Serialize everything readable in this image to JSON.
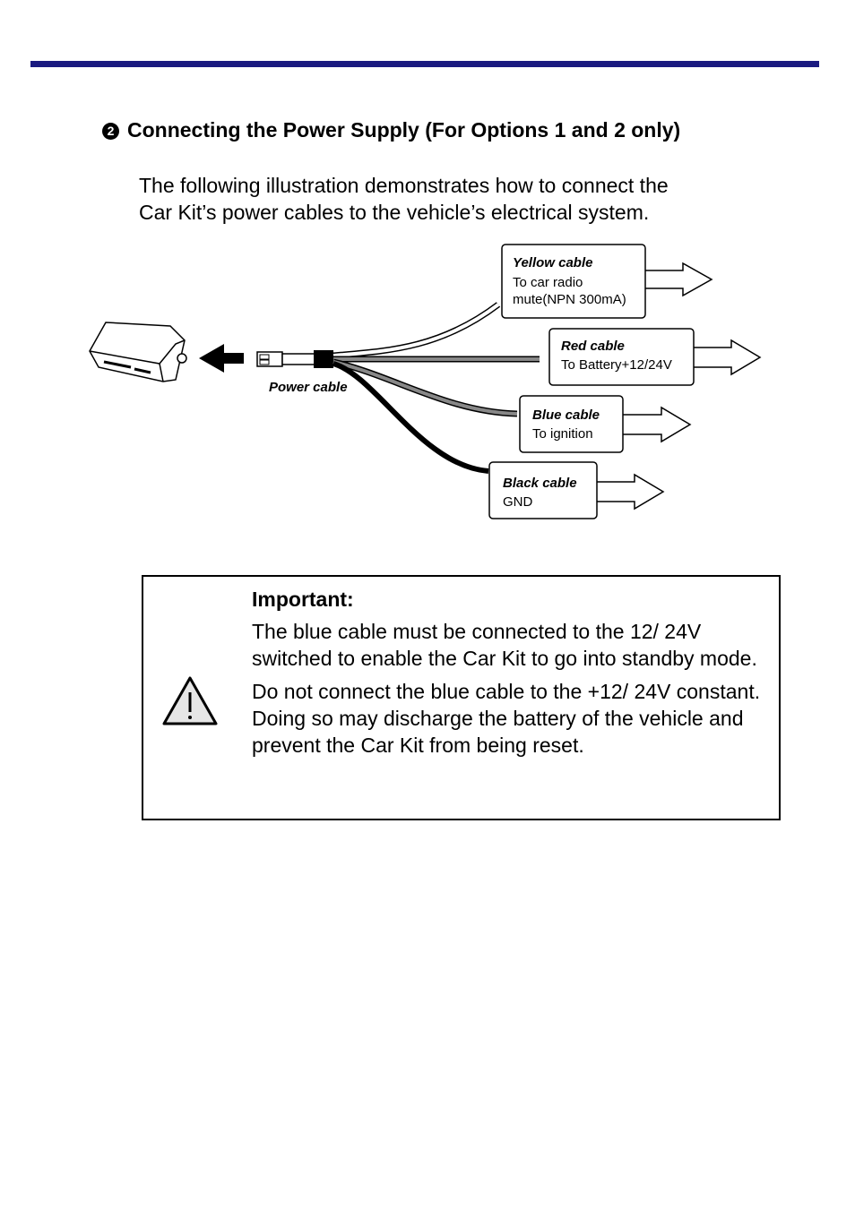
{
  "section": {
    "number": "2",
    "heading": "Connecting the Power Supply (For Options 1 and 2 only)",
    "intro_line1": "The following illustration demonstrates how to connect the",
    "intro_line2": "Car Kit’s power cables to the vehicle’s electrical system."
  },
  "diagram": {
    "power_cable_label": "Power cable",
    "cables": [
      {
        "title": "Yellow cable",
        "line1": "To car radio",
        "line2": "mute(NPN 300mA)"
      },
      {
        "title": "Red cable",
        "line1": "To Battery+12/24V",
        "line2": ""
      },
      {
        "title": "Blue cable",
        "line1": "To ignition",
        "line2": ""
      },
      {
        "title": "Black cable",
        "line1": "GND",
        "line2": ""
      }
    ]
  },
  "note": {
    "icon": "warning-triangle-icon",
    "title": "Important:",
    "para1": "The blue cable must be connected to the 12/ 24V switched to enable the Car Kit to go into standby mode.",
    "para2": "Do not connect the blue cable to the +12/ 24V constant. Doing so may discharge the battery of the vehicle and prevent the Car Kit from being reset."
  }
}
